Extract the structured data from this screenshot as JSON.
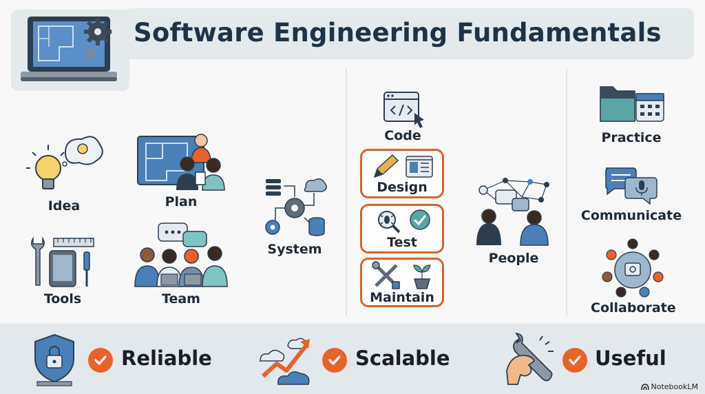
{
  "header": {
    "title": "Software Engineering Fundamentals"
  },
  "left_panel": {
    "items": [
      {
        "label": "Idea",
        "icon": "lightbulb-icon"
      },
      {
        "label": "Plan",
        "icon": "blueprint-icon"
      },
      {
        "label": "Tools",
        "icon": "tools-icon"
      },
      {
        "label": "Team",
        "icon": "team-icon"
      },
      {
        "label": "System",
        "icon": "system-icon"
      }
    ]
  },
  "middle_panel": {
    "code": {
      "label": "Code",
      "icon": "code-window-icon"
    },
    "steps": [
      {
        "label": "Design",
        "icon": "design-icon"
      },
      {
        "label": "Test",
        "icon": "test-icon"
      },
      {
        "label": "Maintain",
        "icon": "maintain-icon"
      }
    ],
    "people": {
      "label": "People",
      "icon": "people-network-icon"
    }
  },
  "right_panel": {
    "items": [
      {
        "label": "Practice",
        "icon": "folder-calendar-icon"
      },
      {
        "label": "Communicate",
        "icon": "chat-bubbles-icon"
      },
      {
        "label": "Collaborate",
        "icon": "round-table-icon"
      }
    ]
  },
  "footer": {
    "items": [
      {
        "label": "Reliable",
        "icon": "shield-lock-icon"
      },
      {
        "label": "Scalable",
        "icon": "growth-chart-icon"
      },
      {
        "label": "Useful",
        "icon": "wrench-hand-icon"
      }
    ]
  },
  "brand": {
    "name": "NotebookLM"
  },
  "colors": {
    "accent": "#e8622a",
    "primary_blue": "#4a7fb8",
    "title": "#1e3346",
    "panel": "#e4e9ec"
  }
}
